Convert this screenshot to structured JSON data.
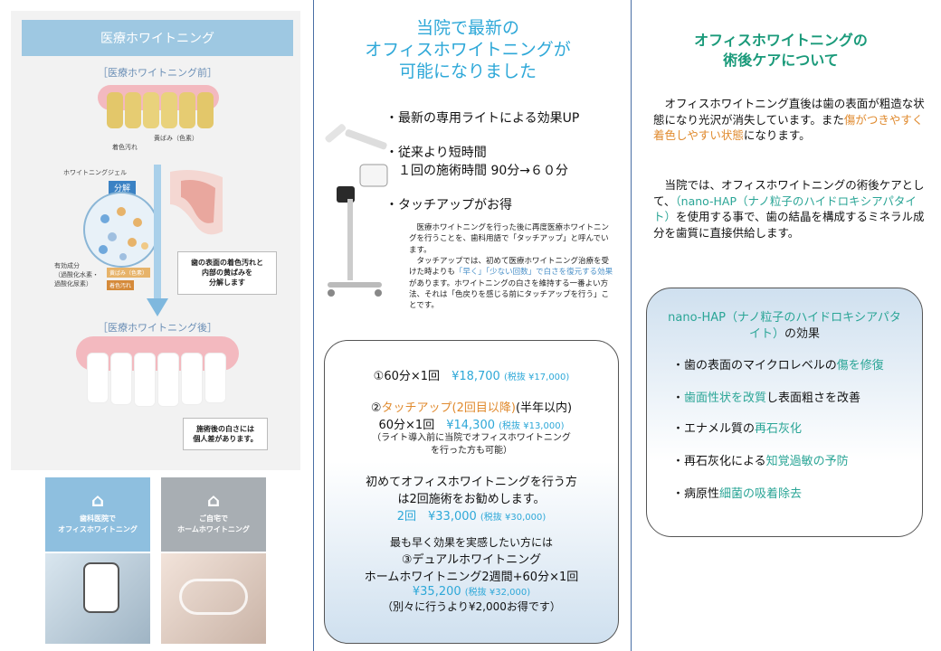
{
  "left": {
    "header": "医療ホワイトニング",
    "before_label": "［医療ホワイトニング前］",
    "after_label": "［医療ホワイトニング後］",
    "yellowing": "黄ばみ（色素）",
    "stain": "着色汚れ",
    "gel": "ホワイトニングジェル",
    "decompose": "分解",
    "ingredients": "有効成分\n（過酸化水素・\n過酸化尿素）",
    "yellow_tag": "黄ばみ（色素）",
    "stain_tag": "着色汚れ",
    "callout1": "歯の表面の着色汚れと\n内部の黄ばみを\n分解します",
    "callout2": "施術後の白さには\n個人差があります。",
    "tile_clinic": "歯科医院で\nオフィスホワイトニング",
    "tile_home": "ご自宅で\nホームホワイトニング"
  },
  "middle": {
    "title": "当院で最新の\nオフィスホワイトニングが\n可能になりました",
    "bullet1": "・最新の専用ライトによる効果UP",
    "bullet2a": "・従来より短時間",
    "bullet2b": "１回の施術時間 90分→６０分",
    "bullet3": "・タッチアップがお得",
    "para1": "医療ホワイトニングを行った後に再度医療ホワイトニングを行うことを、歯科用語で「タッチアップ」と呼んでいます。",
    "para2a": "タッチアップでは、初めて医療ホワイトニング治療を受けた時よりも",
    "para2_hl": "「早く」「少ない回数」で白さを復元する効果",
    "para2b": "があります。ホワイトニングの白さを維持する一番よい方法、それは「色戻りを感じる前にタッチアップを行う」ことです。",
    "p1_label": "①60分×1回",
    "p1_price": "¥18,700",
    "p1_tax": "(税抜 ¥17,000)",
    "p2_label_pre": "②",
    "p2_label": "タッチアップ(2回目以降)",
    "p2_label_post": "(半年以内)",
    "p2_line": "60分×1回",
    "p2_price": "¥14,300",
    "p2_tax": "(税抜 ¥13,000)",
    "p2_note": "（ライト導入前に当院でオフィスホワイトニング\nを行った方も可能）",
    "first_a": "初めてオフィスホワイトニングを行う方",
    "first_b": "は2回施術をお勧めします。",
    "first_price": "2回　¥33,000",
    "first_tax": "(税抜 ¥30,000)",
    "dual_a": "最も早く効果を実感したい方には",
    "dual_b": "③デュアルホワイトニング",
    "dual_c": "ホームホワイトニング2週間+60分×1回",
    "dual_price": "¥35,200",
    "dual_tax": "(税抜 ¥32,000)",
    "dual_note": "（別々に行うより¥2,000お得です）"
  },
  "right": {
    "title": "オフィスホワイトニングの\n術後ケアについて",
    "para1a": "　オフィスホワイトニング直後は歯の表面が粗造な状態になり光沢が消失しています。また",
    "para1_hl": "傷がつきやすく着色しやすい状態",
    "para1b": "になります。",
    "para2a": "　当院では、オフィスホワイトニングの術後ケアとして、",
    "para2_hl": "（nano-HAP（ナノ粒子のハイドロキシアパタイト）",
    "para2b": "を使用する事で、歯の結晶を構成するミネラル成分を歯質に直接供給します。",
    "box_title_hl": "nano-HAP（ナノ粒子のハイドロキシアパタイト）",
    "box_title_rest": "の効果",
    "items": [
      {
        "pre": "・歯の表面のマイクロレベルの",
        "hl": "傷を修復",
        "post": ""
      },
      {
        "pre": "・",
        "hl": "歯面性状を改質",
        "post": "し表面粗さを改善"
      },
      {
        "pre": "・エナメル質の",
        "hl": "再石灰化",
        "post": ""
      },
      {
        "pre": "・再石灰化による",
        "hl": "知覚過敏の予防",
        "post": ""
      },
      {
        "pre": "・病原性",
        "hl": "細菌の吸着除去",
        "post": ""
      }
    ]
  }
}
